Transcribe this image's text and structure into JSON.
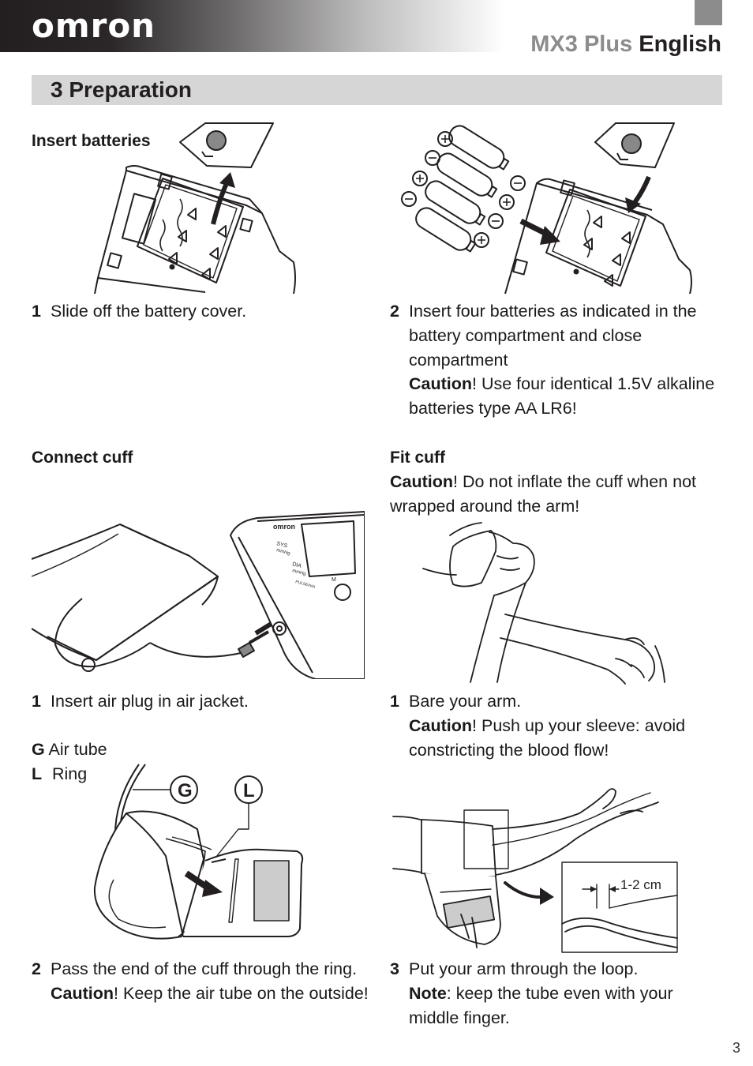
{
  "header": {
    "logo": "omron",
    "model": "MX3 Plus",
    "language": "English"
  },
  "section": {
    "title": "3 Preparation"
  },
  "insert_batteries": {
    "heading": "Insert batteries",
    "step1": {
      "num": "1",
      "text": "Slide off the battery cover."
    },
    "step2": {
      "num": "2",
      "text": "Insert four batteries as indicated in the battery compartment and close compartment",
      "caution_label": "Caution",
      "caution_text": "! Use four identical 1.5V alkaline batteries type AA LR6!"
    }
  },
  "connect_cuff": {
    "heading": "Connect cuff",
    "step1": {
      "num": "1",
      "text": "Insert air plug in air jacket."
    },
    "legend": [
      {
        "key": "G",
        "label": "Air tube"
      },
      {
        "key": "L",
        "label": "Ring"
      }
    ],
    "callouts": {
      "g": "G",
      "l": "L"
    },
    "device_labels": {
      "brand": "omron",
      "sys": "SYS",
      "dia": "DIA",
      "unit": "mmHg",
      "pulse": "PULSE/min",
      "m": "M"
    },
    "step2": {
      "num": "2",
      "text": "Pass the end of the cuff through the ring.",
      "caution_label": "Caution",
      "caution_text": "! Keep the air tube on the outside!"
    }
  },
  "fit_cuff": {
    "heading": "Fit cuff",
    "caution_label": "Caution",
    "caution_text": "! Do not inflate the cuff when not wrapped around the arm!",
    "step1": {
      "num": "1",
      "text": "Bare your arm.",
      "caution_label": "Caution",
      "caution_text": "! Push up your sleeve: avoid constricting the blood flow!"
    },
    "distance_label": "1-2 cm",
    "step3": {
      "num": "3",
      "text": "Put your arm through the loop.",
      "note_label": "Note",
      "note_text": ": keep the tube even with your middle finger."
    }
  },
  "page_number": "3",
  "colors": {
    "header_dark": "#231f20",
    "header_gray": "#8c8c8c",
    "section_bar": "#d6d6d6"
  }
}
